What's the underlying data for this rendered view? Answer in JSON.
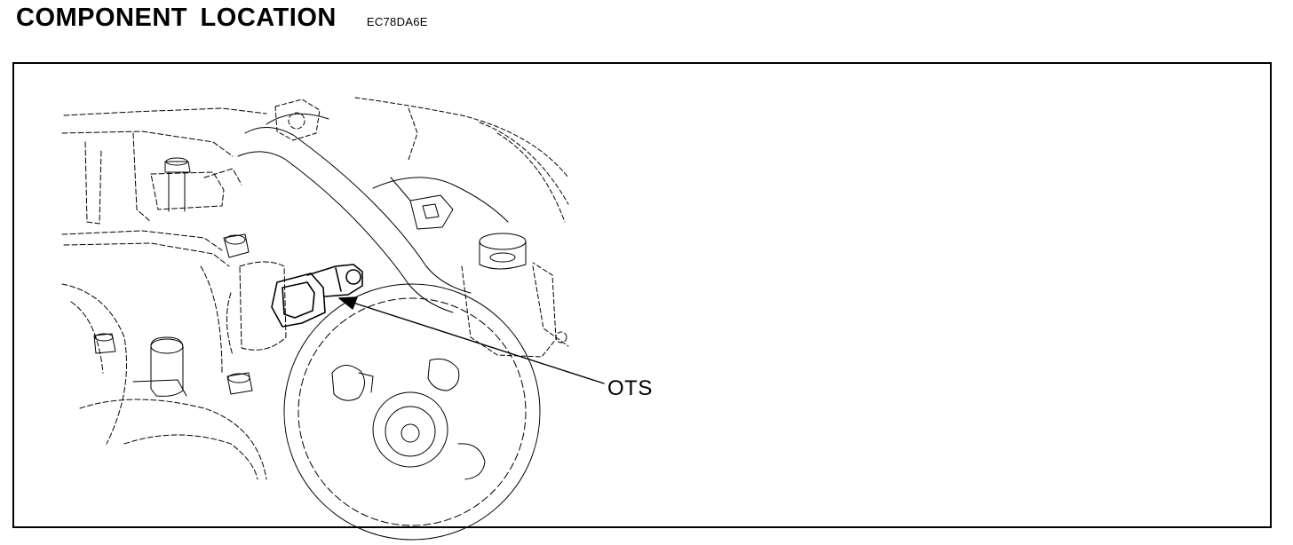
{
  "heading": {
    "title": "COMPONENT LOCATION",
    "code": "EC78DA6E"
  },
  "figure": {
    "callout_label": "OTS"
  },
  "colors": {
    "ink": "#000000",
    "paper": "#ffffff"
  }
}
